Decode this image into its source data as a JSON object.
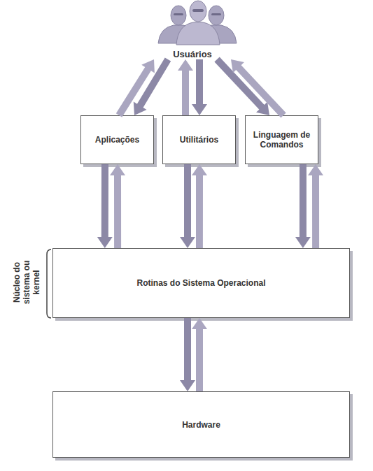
{
  "diagram": {
    "nodes": [
      {
        "text": [
          "Usuários"
        ]
      },
      {
        "text": [
          "Aplicações"
        ]
      },
      {
        "text": [
          "Utilitários"
        ]
      },
      {
        "text": [
          "Linguagem de Comandos"
        ]
      },
      {
        "text": [
          "Rotinas do Sistema Operacional"
        ]
      },
      {
        "text": [
          "Hardware"
        ]
      }
    ],
    "edges": [
      {
        "from": 0,
        "to": 1,
        "arrow": "to"
      },
      {
        "from": 1,
        "to": 0,
        "arrow": "to"
      },
      {
        "from": 0,
        "to": 2,
        "arrow": "to"
      },
      {
        "from": 2,
        "to": 0,
        "arrow": "to"
      },
      {
        "from": 0,
        "to": 3,
        "arrow": "to"
      },
      {
        "from": 3,
        "to": 0,
        "arrow": "to"
      },
      {
        "from": 1,
        "to": 4,
        "arrow": "to"
      },
      {
        "from": 4,
        "to": 1,
        "arrow": "to"
      },
      {
        "from": 2,
        "to": 4,
        "arrow": "to"
      },
      {
        "from": 4,
        "to": 2,
        "arrow": "to"
      },
      {
        "from": 3,
        "to": 4,
        "arrow": "to"
      },
      {
        "from": 4,
        "to": 3,
        "arrow": "to"
      },
      {
        "from": 4,
        "to": 5,
        "arrow": "to"
      },
      {
        "from": 5,
        "to": 4,
        "arrow": "to"
      }
    ],
    "labels": [
      "Núcleo do sistema ou kernel"
    ]
  }
}
